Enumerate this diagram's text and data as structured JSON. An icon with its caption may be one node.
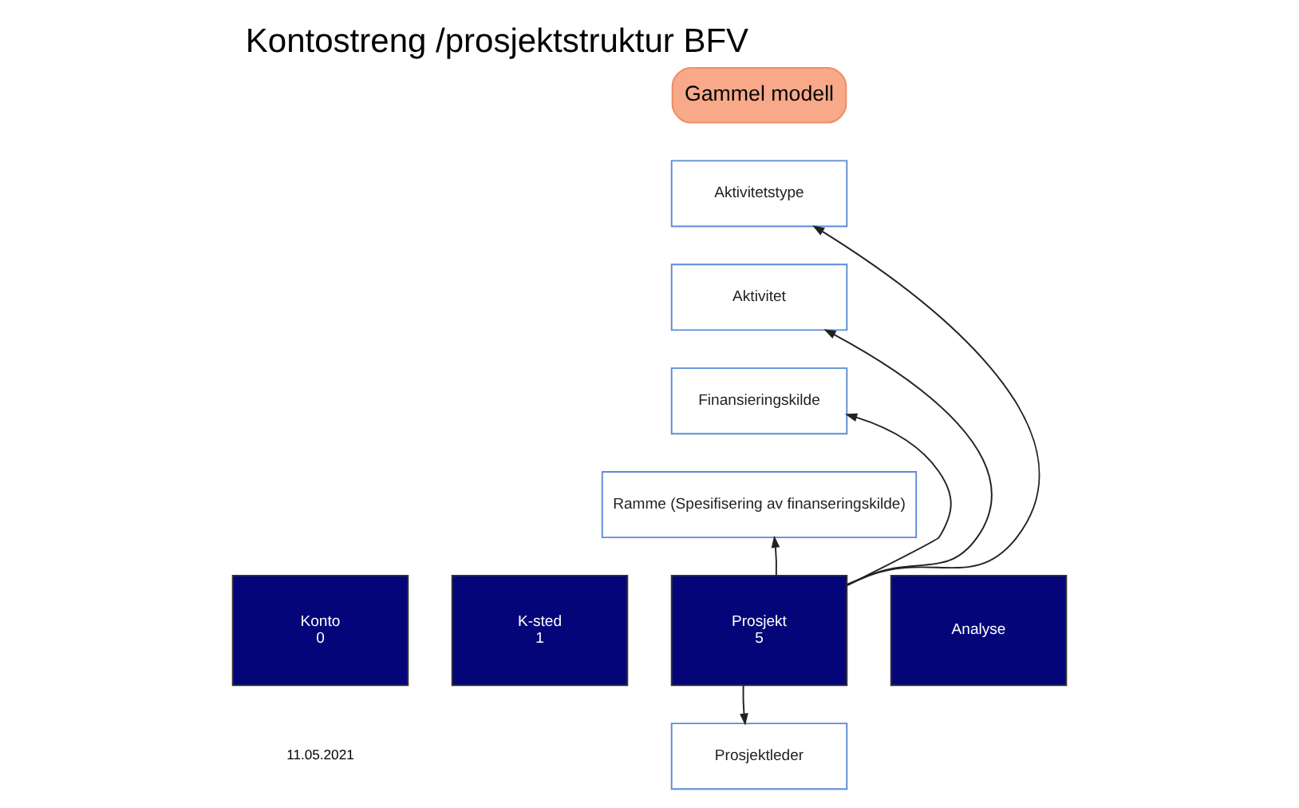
{
  "diagram": {
    "title": "Kontostreng /prosjektstruktur BFV",
    "nodes": [
      {
        "text": [
          "Gammel modell"
        ]
      },
      {
        "text": [
          "Aktivitetstype"
        ]
      },
      {
        "text": [
          "Aktivitet"
        ]
      },
      {
        "text": [
          "Finansieringskilde"
        ]
      },
      {
        "text": [
          "Ramme (Spesifisering av finanseringskilde)"
        ]
      },
      {
        "text": [
          "Konto",
          "0"
        ]
      },
      {
        "text": [
          "K-sted",
          "1"
        ]
      },
      {
        "text": [
          "Prosjekt",
          "5"
        ]
      },
      {
        "text": [
          "Analyse"
        ]
      },
      {
        "text": [
          "Prosjektleder"
        ]
      }
    ],
    "edges": [
      {
        "from": 7,
        "to": 1,
        "arrow": "to"
      },
      {
        "from": 7,
        "to": 2,
        "arrow": "to"
      },
      {
        "from": 7,
        "to": 3,
        "arrow": "to"
      },
      {
        "from": 7,
        "to": 4,
        "arrow": "to"
      },
      {
        "from": 7,
        "to": 9,
        "arrow": "to"
      }
    ],
    "labels": [
      "11.05.2021"
    ]
  }
}
